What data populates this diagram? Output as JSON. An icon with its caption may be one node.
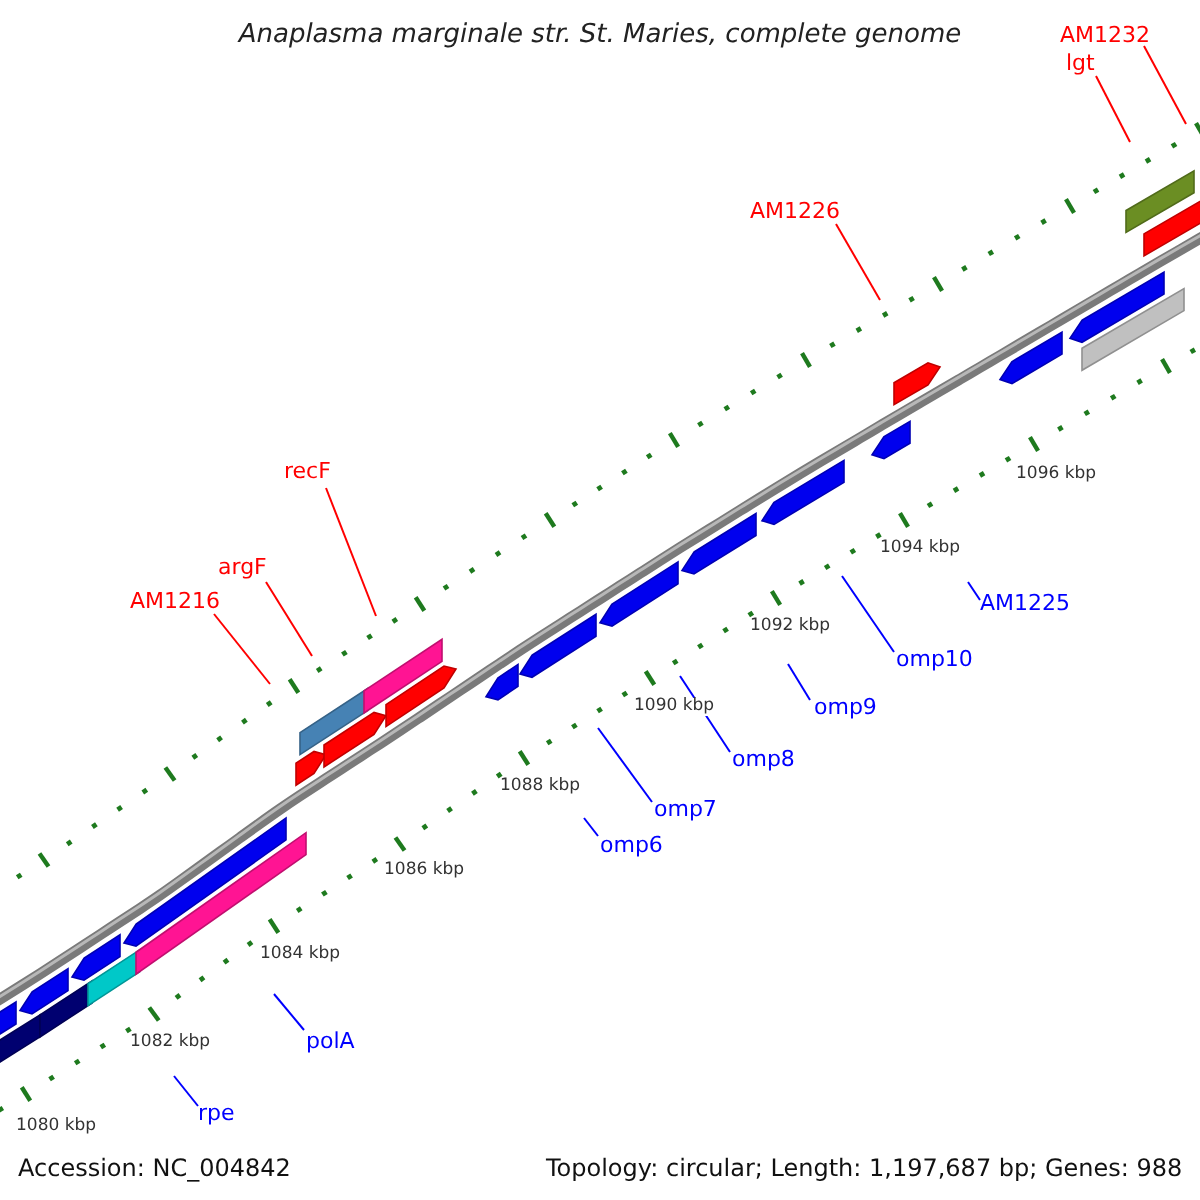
{
  "diagram": {
    "title": "Anaplasma marginale str. St. Maries, complete genome",
    "nodes": [
      {
        "text": [
          "AM1232"
        ]
      },
      {
        "text": [
          "lgt"
        ]
      },
      {
        "text": [
          "AM1226"
        ]
      },
      {
        "text": [
          "recF"
        ]
      },
      {
        "text": [
          "argF"
        ]
      },
      {
        "text": [
          "AM1216"
        ]
      },
      {
        "text": [
          "AM1225"
        ]
      },
      {
        "text": [
          "omp10"
        ]
      },
      {
        "text": [
          "omp9"
        ]
      },
      {
        "text": [
          "omp8"
        ]
      },
      {
        "text": [
          "omp7"
        ]
      },
      {
        "text": [
          "omp6"
        ]
      },
      {
        "text": [
          "polA"
        ]
      },
      {
        "text": [
          "rpe"
        ]
      }
    ],
    "edges": [
      {
        "from": 0,
        "to": null,
        "arrow": "none",
        "color": "#ff0000"
      },
      {
        "from": 1,
        "to": null,
        "arrow": "none",
        "color": "#ff0000"
      },
      {
        "from": 2,
        "to": null,
        "arrow": "none",
        "color": "#ff0000"
      },
      {
        "from": 3,
        "to": null,
        "arrow": "none",
        "color": "#ff0000"
      },
      {
        "from": 4,
        "to": null,
        "arrow": "none",
        "color": "#ff0000"
      },
      {
        "from": 5,
        "to": null,
        "arrow": "none",
        "color": "#ff0000"
      },
      {
        "from": 6,
        "to": null,
        "arrow": "none"
      },
      {
        "from": 7,
        "to": null,
        "arrow": "none"
      },
      {
        "from": 8,
        "to": null,
        "arrow": "none"
      },
      {
        "from": 9,
        "to": null,
        "arrow": "none"
      },
      {
        "from": 10,
        "to": null,
        "arrow": "none"
      },
      {
        "from": 11,
        "to": null,
        "arrow": "none"
      },
      {
        "from": 12,
        "to": null,
        "arrow": "none"
      },
      {
        "from": 13,
        "to": null,
        "arrow": "none"
      }
    ],
    "labels": [
      "1096 kbp",
      "1094 kbp",
      "1092 kbp",
      "1090 kbp",
      "1088 kbp",
      "1086 kbp",
      "1084 kbp",
      "1082 kbp",
      "1080 kbp",
      "Accession: NC_004842",
      "Topology: circular; Length: 1,197,687 bp; Genes: 988"
    ]
  }
}
